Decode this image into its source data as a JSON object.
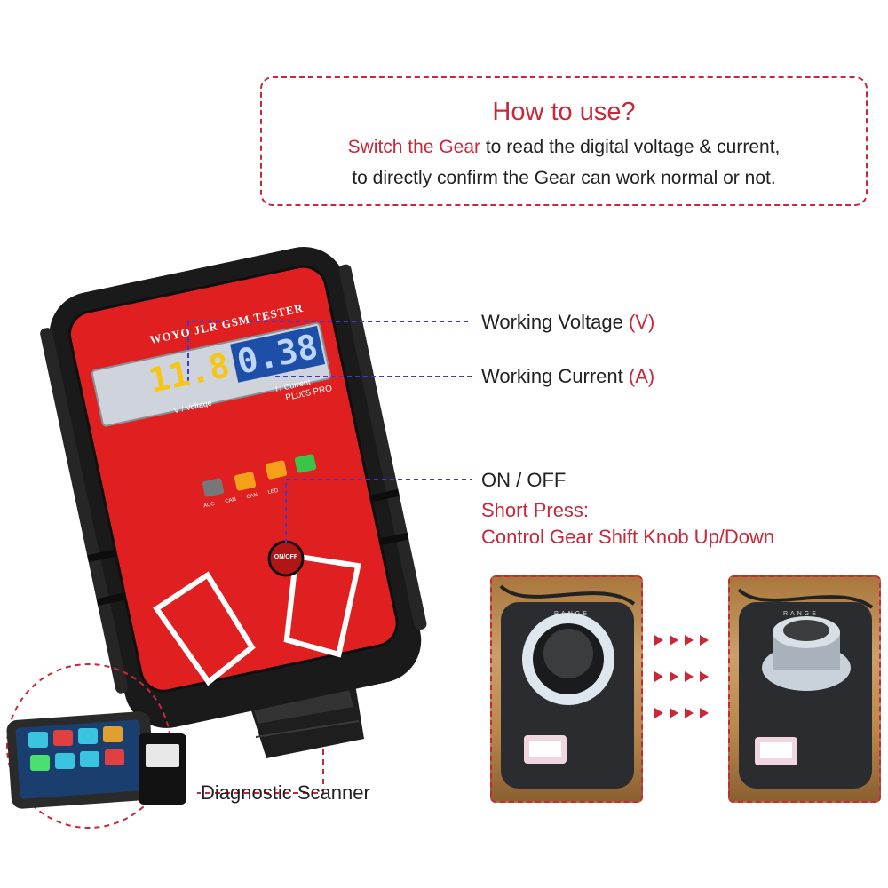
{
  "howto": {
    "title": "How to use?",
    "line1_accent": "Switch the Gear",
    "line1_rest": " to read the digital voltage & current,",
    "line2": "to directly confirm the Gear can work normal or not."
  },
  "callouts": {
    "voltage_label": "Working Voltage",
    "voltage_unit": "(V)",
    "current_label": "Working Current",
    "current_unit": "(A)",
    "power_label": "ON / OFF",
    "short_press": "Short Press:",
    "control_text": "Control Gear Shift Knob Up/Down"
  },
  "device": {
    "brand_text": "WOYO JLR GSM TESTER",
    "voltage_reading": "11.8",
    "current_reading": "0.38",
    "voltage_caption": "V / Voltage",
    "current_caption": "I / Current",
    "model": "PL005 PRO",
    "button_labels": [
      "ACC",
      "CAN",
      "CAN",
      "LED"
    ],
    "power_button_label": "ON/OFF"
  },
  "knob": {
    "brand_left": "RANGE",
    "brand_right": "RANGE"
  },
  "scanner": {
    "label": "Diagnostic Scanner"
  },
  "colors": {
    "accent_red": "#c8283a",
    "callout_blue": "#3a3ad0",
    "device_red": "#e02020",
    "lcd_yellow": "#f5c518",
    "lcd_blue": "#3a7be8"
  }
}
